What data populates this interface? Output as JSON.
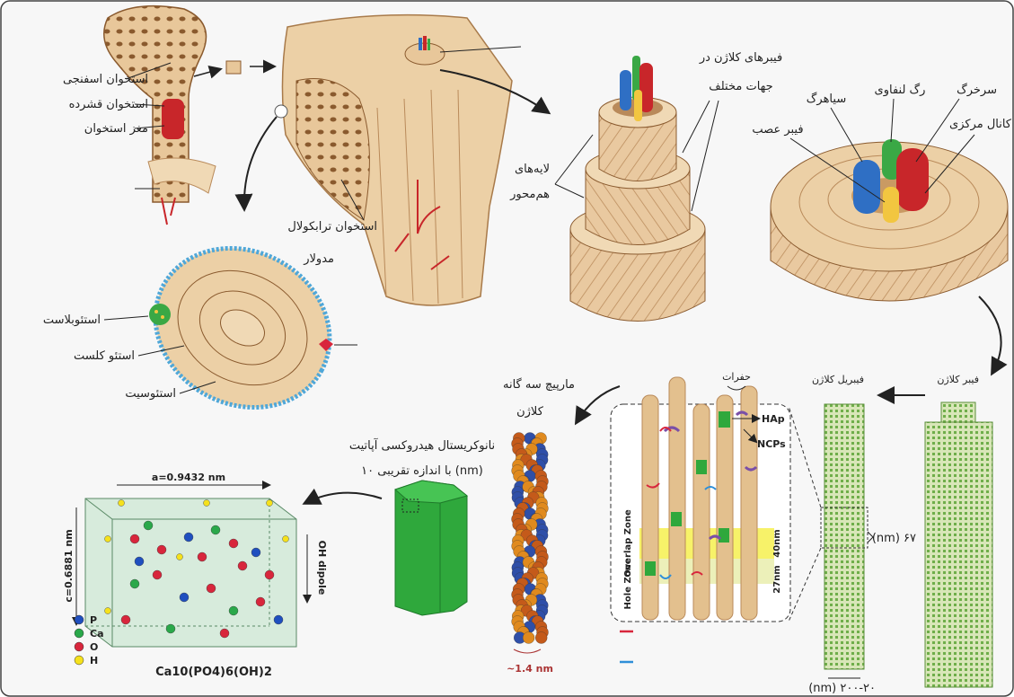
{
  "labels": {
    "spongy_bone": "استخوان اسفنجی",
    "cortical_bone": "استخوان قشرده",
    "bone_marrow": "مغز استخوان",
    "trabecular_bone": "استخوان ترابکولال",
    "osteon": "مدولار",
    "collagen_fibers_line1": "فیبرهای کلاژن در",
    "collagen_fibers_line2": "جهات مختلف",
    "concentric_layers_line1": "لایه‌های",
    "concentric_layers_line2": "هم‌محور",
    "artery": "سرخرگ",
    "lymph_vessel": "رگ لنفاوی",
    "vein": "سیاهرگ",
    "central_canal": "کانال مرکزی",
    "nerve_fiber": "فیبر عصب",
    "osteoblast": "استئوبلاست",
    "osteoclast": "استئو کلست",
    "osteocyte": "استئوسیت",
    "triple_helix_line1": "مارپیچ سه گانه",
    "triple_helix_line2": "کلاژن",
    "gaps": "حفرات",
    "collagen_fibril": "فیبریل کلاژن",
    "collagen_fiber": "فیبر کلاژن",
    "hap": "HAp",
    "ncps": "NCPs",
    "overlap_zone": "Overlap Zone",
    "hole_zone": "Hole Zone",
    "dim_40": "40nm",
    "dim_27": "27nm",
    "d_period": "(nm) ۶۷",
    "fibril_diameter": "(nm) ۲۰۰-۲۰",
    "helix_diameter": "~1.4 nm",
    "nanocrystal_line1": "نانوکریستال هیدروکسی آپاتیت",
    "nanocrystal_line2": "با اندازه تقریبی ۱۰ (nm)",
    "lattice_a": "a=0.9432 nm",
    "lattice_c": "c=0.6881 nm",
    "oh_dipole": "OH dipole",
    "formula": "Ca10(PO4)6(OH)2"
  },
  "legend": [
    {
      "symbol": "P",
      "color": "#1f4fbf"
    },
    {
      "symbol": "Ca",
      "color": "#2aa84a"
    },
    {
      "symbol": "O",
      "color": "#d8263c"
    },
    {
      "symbol": "H",
      "color": "#f5e11c"
    }
  ],
  "colors": {
    "bone": "#e8c79a",
    "bone_dark": "#c99a63",
    "artery": "#c8262a",
    "vein": "#2f6fc4",
    "lymph": "#3aa845",
    "nerve": "#f2c640",
    "fibril_green": "#6fae4a",
    "crystal": "#2fa83c",
    "yellow_band": "#f4ec2a"
  }
}
